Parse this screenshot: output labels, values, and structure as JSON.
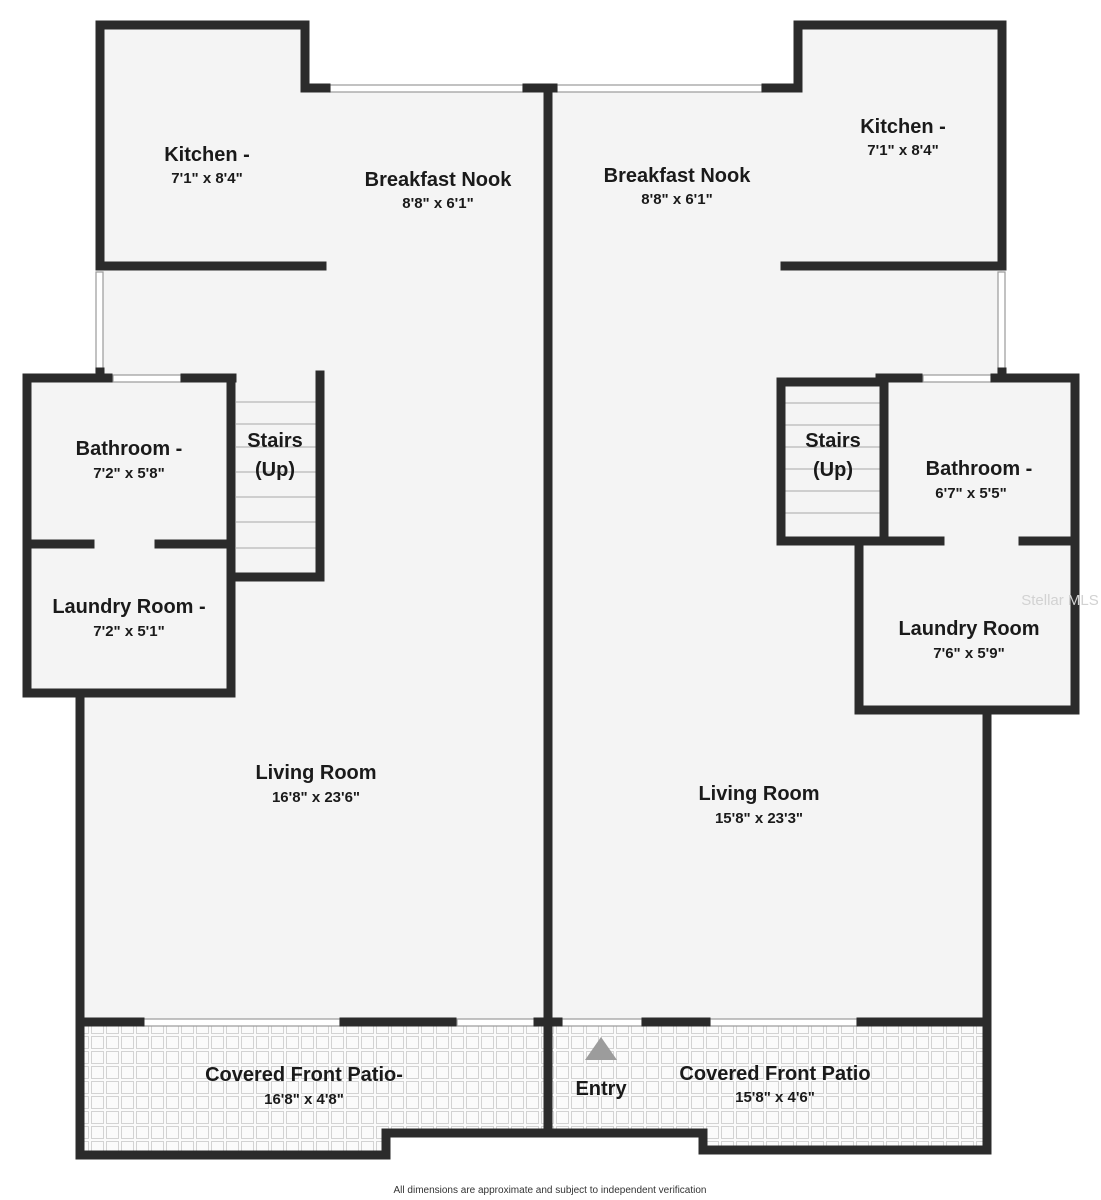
{
  "colors": {
    "wall": "#2b2b2b",
    "floor": "#f4f4f4",
    "patio_grid": "#cfcfcf",
    "stairs_line": "#b8b8b8",
    "entry_arrow": "#9c9c9c"
  },
  "units": {
    "left": {
      "kitchen": {
        "name": "Kitchen -",
        "dims": "7'1\" x 8'4\""
      },
      "breakfast_nook": {
        "name": "Breakfast Nook",
        "dims": "8'8\" x 6'1\""
      },
      "stairs": {
        "line1": "Stairs",
        "line2": "(Up)"
      },
      "bathroom": {
        "name": "Bathroom -",
        "dims": "7'2\" x 5'8\""
      },
      "laundry": {
        "name": "Laundry Room -",
        "dims": "7'2\" x 5'1\""
      },
      "living_room": {
        "name": "Living Room",
        "dims": "16'8\" x 23'6\""
      },
      "patio": {
        "name": "Covered Front Patio-",
        "dims": "16'8\" x 4'8\""
      }
    },
    "right": {
      "kitchen": {
        "name": "Kitchen -",
        "dims": "7'1\" x 8'4\""
      },
      "breakfast_nook": {
        "name": "Breakfast Nook",
        "dims": "8'8\" x 6'1\""
      },
      "stairs": {
        "line1": "Stairs",
        "line2": "(Up)"
      },
      "bathroom": {
        "name": "Bathroom -",
        "dims": "6'7\" x 5'5\""
      },
      "laundry": {
        "name": "Laundry Room",
        "dims": "7'6\" x 5'9\""
      },
      "living_room": {
        "name": "Living Room",
        "dims": "15'8\" x 23'3\""
      },
      "patio": {
        "name": "Covered Front Patio",
        "dims": "15'8\" x 4'6\""
      },
      "entry": {
        "name": "Entry"
      }
    }
  },
  "watermark": "Stellar MLS",
  "footer": "All dimensions are approximate and subject to independent verification"
}
